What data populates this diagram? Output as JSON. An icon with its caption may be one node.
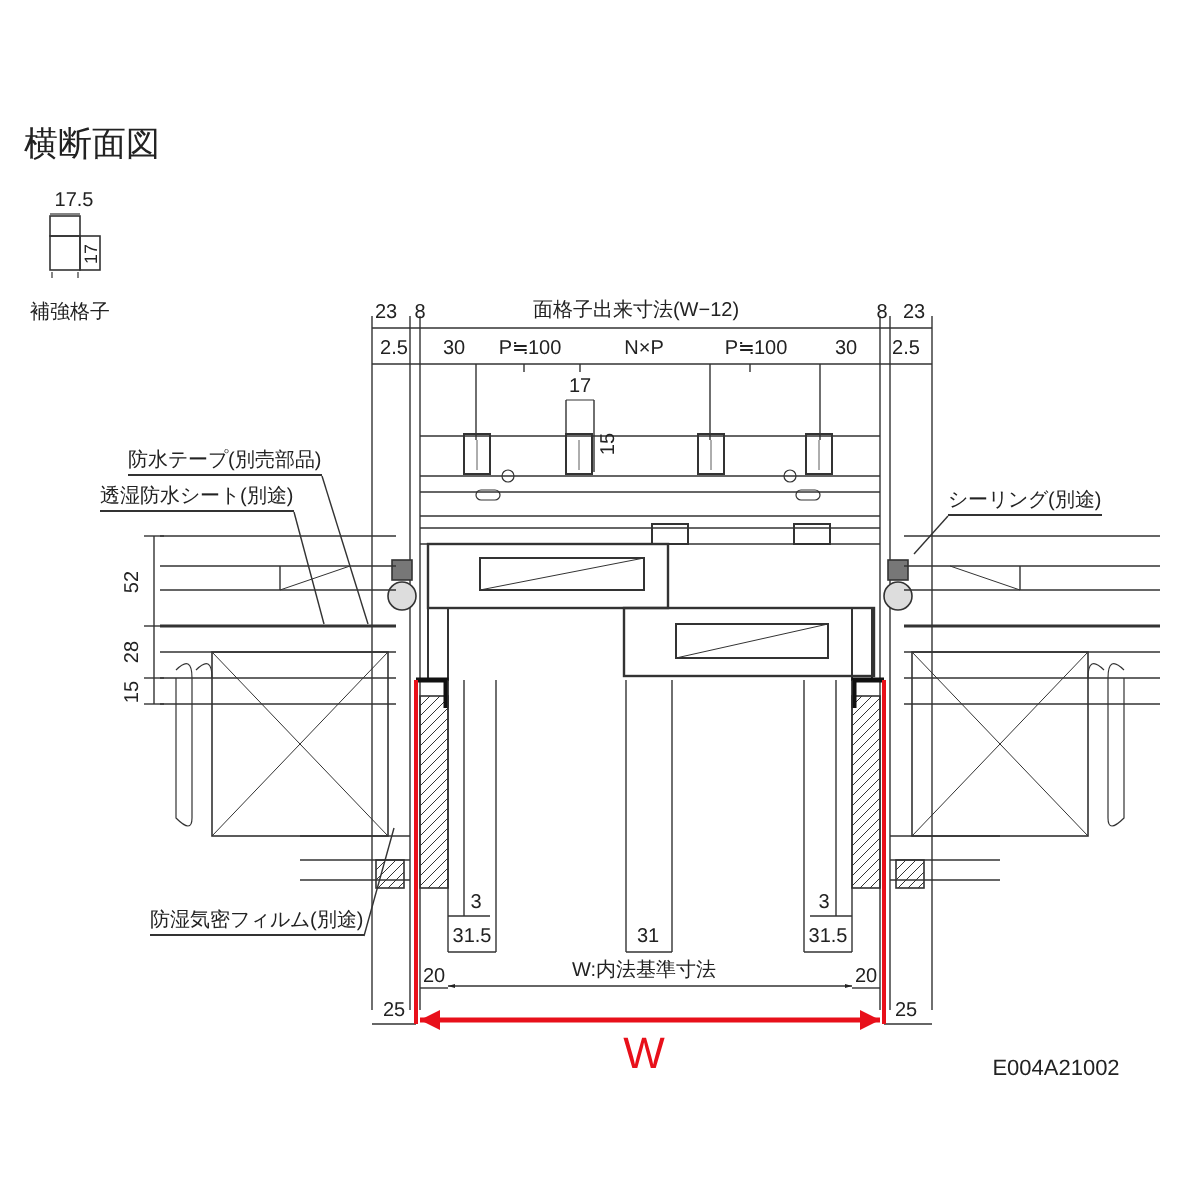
{
  "diagram": {
    "title": "横断面図",
    "nodes": [
      {
        "text": [
          "防水テープ(別売部品)"
        ]
      },
      {
        "text": [
          "透湿防水シート(別途)"
        ]
      },
      {
        "text": [
          "シーリング(別途)"
        ]
      },
      {
        "text": [
          "防湿気密フィルム(別途)"
        ]
      }
    ],
    "edges": [
      {
        "from": 0,
        "to": null,
        "arrow": "none"
      },
      {
        "from": 1,
        "to": null,
        "arrow": "none"
      },
      {
        "from": 2,
        "to": null,
        "arrow": "none"
      },
      {
        "from": 3,
        "to": null,
        "arrow": "none"
      }
    ],
    "labels": [
      "17.5",
      "17",
      "補強格子",
      "23",
      "8",
      "面格子出来寸法(W−12)",
      "8",
      "23",
      "2.5",
      "30",
      "P≒100",
      "N×P",
      "P≒100",
      "30",
      "2.5",
      "17",
      "15",
      "52",
      "28",
      "15",
      "3",
      "3",
      "31.5",
      "31",
      "31.5",
      "20",
      "W:内法基準寸法",
      "20",
      "25",
      "25",
      "W",
      "E004A21002"
    ]
  }
}
